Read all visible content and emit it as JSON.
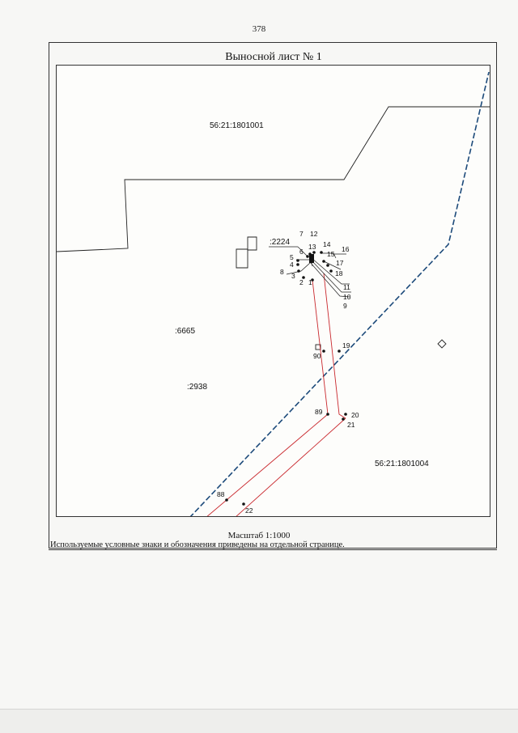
{
  "page": {
    "number": "378"
  },
  "sheet": {
    "title": "Выносной лист № 1",
    "scale": "Масштаб 1:1000",
    "note": "Используемые условные знаки и обозначения приведены на отдельной странице."
  },
  "map": {
    "colors": {
      "boundary": "#1c4a7a",
      "route": "#c9282d",
      "contour": "#222222"
    },
    "parcel_labels": [
      {
        "id": "north-block",
        "text": "56:21:1801001"
      },
      {
        "id": "south-block",
        "text": "56:21:1801004"
      },
      {
        "id": "parcel-2224",
        "text": ":2224"
      },
      {
        "id": "parcel-6665",
        "text": ":6665"
      },
      {
        "id": "parcel-2938",
        "text": ":2938"
      }
    ],
    "point_labels": [
      "1",
      "2",
      "3",
      "4",
      "5",
      "6",
      "7",
      "8",
      "9",
      "10",
      "11",
      "12",
      "13",
      "14",
      "15",
      "16",
      "17",
      "18",
      "19",
      "20",
      "21",
      "22",
      "88",
      "89",
      "90"
    ]
  }
}
